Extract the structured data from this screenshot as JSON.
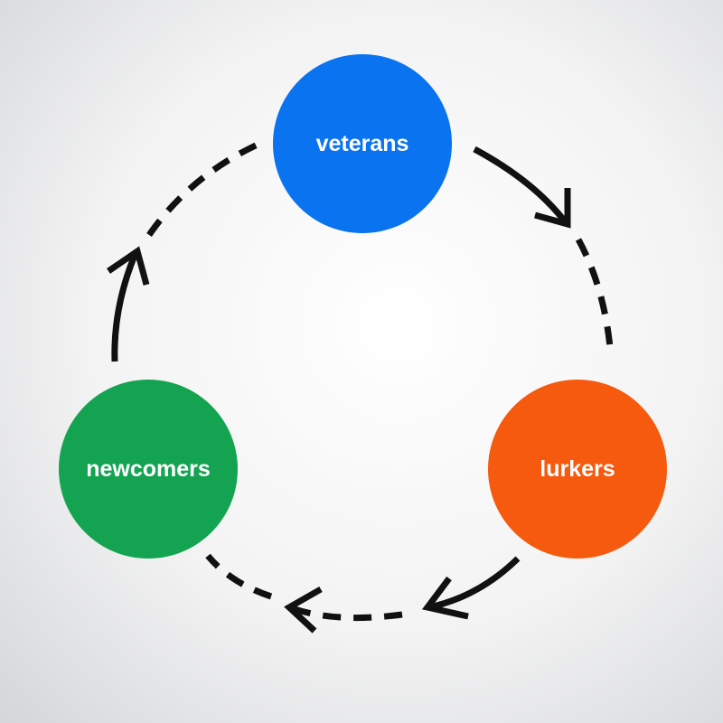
{
  "nodes": {
    "veterans": {
      "label": "veterans",
      "color": "#0a73f0"
    },
    "lurkers": {
      "label": "lurkers",
      "color": "#f55a0e"
    },
    "newcomers": {
      "label": "newcomers",
      "color": "#14a451"
    }
  },
  "edges": [
    {
      "from": "veterans",
      "to": "lurkers"
    },
    {
      "from": "lurkers",
      "to": "newcomers"
    },
    {
      "from": "newcomers",
      "to": "veterans"
    }
  ]
}
